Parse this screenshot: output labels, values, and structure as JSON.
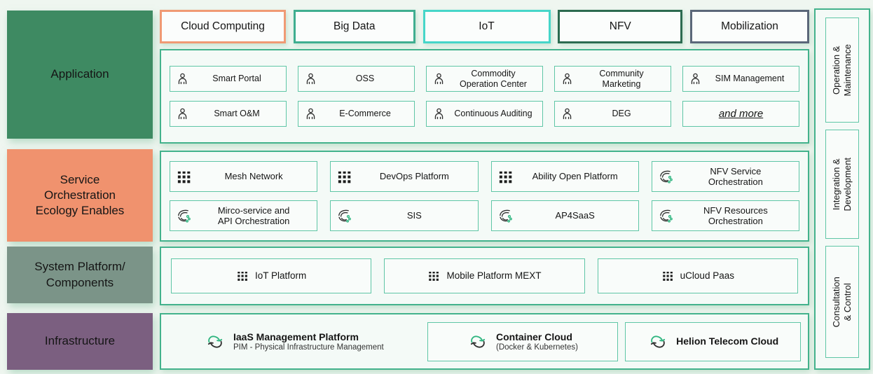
{
  "colors": {
    "page_bg": "#eff6f0",
    "container_border": "#43b28c",
    "container_bg": "#f4faf7",
    "item_border": "#5fc6a6",
    "item_bg": "#f9fcfa",
    "accent_green_dot": "#2eb57f"
  },
  "layers": [
    {
      "label": "Application",
      "color": "#3e8a62"
    },
    {
      "label": "Service\nOrchestration\nEcology Enables",
      "color": "#f0926e"
    },
    {
      "label": "System Platform/\nComponents",
      "color": "#7b9488"
    },
    {
      "label": "Infrastructure",
      "color": "#7b5f80"
    }
  ],
  "tabs": [
    {
      "label": "Cloud Computing",
      "border": "#f09a74"
    },
    {
      "label": "Big Data",
      "border": "#3fae90"
    },
    {
      "label": "IoT",
      "border": "#46d6c9"
    },
    {
      "label": "NFV",
      "border": "#2c6b50"
    },
    {
      "label": "Mobilization",
      "border": "#5b6779"
    }
  ],
  "application": {
    "items": [
      {
        "label": "Smart Portal",
        "icon": "person-icon"
      },
      {
        "label": "OSS",
        "icon": "person-icon"
      },
      {
        "label": "Commodity\nOperation Center",
        "icon": "person-icon"
      },
      {
        "label": "Community\nMarketing",
        "icon": "person-icon"
      },
      {
        "label": "SIM Management",
        "icon": "person-icon"
      },
      {
        "label": "Smart O&M",
        "icon": "person-icon"
      },
      {
        "label": "E-Commerce",
        "icon": "person-icon"
      },
      {
        "label": "Continuous Auditing",
        "icon": "person-icon"
      },
      {
        "label": "DEG",
        "icon": "person-icon"
      },
      {
        "label": "and more"
      }
    ]
  },
  "service": {
    "items": [
      {
        "label": "Mesh Network",
        "icon": "dots-grid-icon"
      },
      {
        "label": "DevOps Platform",
        "icon": "dots-grid-icon"
      },
      {
        "label": "Ability Open Platform",
        "icon": "dots-grid-icon"
      },
      {
        "label": "NFV Service\nOrchestration",
        "icon": "orchestration-swirl-icon"
      },
      {
        "label": "Mirco-service and\nAPI Orchestration",
        "icon": "orchestration-swirl-icon"
      },
      {
        "label": "SIS",
        "icon": "orchestration-swirl-icon"
      },
      {
        "label": "AP4SaaS",
        "icon": "orchestration-swirl-icon"
      },
      {
        "label": "NFV Resources\nOrchestration",
        "icon": "orchestration-swirl-icon"
      }
    ]
  },
  "system": {
    "items": [
      {
        "label": "IoT Platform",
        "icon": "dots-grid-icon"
      },
      {
        "label": "Mobile Platform MEXT",
        "icon": "dots-grid-icon"
      },
      {
        "label": "uCloud Paas",
        "icon": "dots-grid-icon"
      }
    ]
  },
  "infrastructure": {
    "items": [
      {
        "label": "IaaS Management Platform",
        "sublabel": "PIM - Physical Infrastructure Management",
        "icon": "cloud-sync-icon"
      },
      {
        "label": "Container Cloud",
        "sublabel": "(Docker & Kubernetes)",
        "icon": "cloud-sync-icon"
      },
      {
        "label": "Helion Telecom Cloud",
        "icon": "cloud-sync-icon"
      }
    ]
  },
  "sidebar": {
    "items": [
      {
        "label": "Operation &\nMaintenance"
      },
      {
        "label": "Integration &\nDevelopment"
      },
      {
        "label": "Consultation & Control"
      }
    ]
  }
}
